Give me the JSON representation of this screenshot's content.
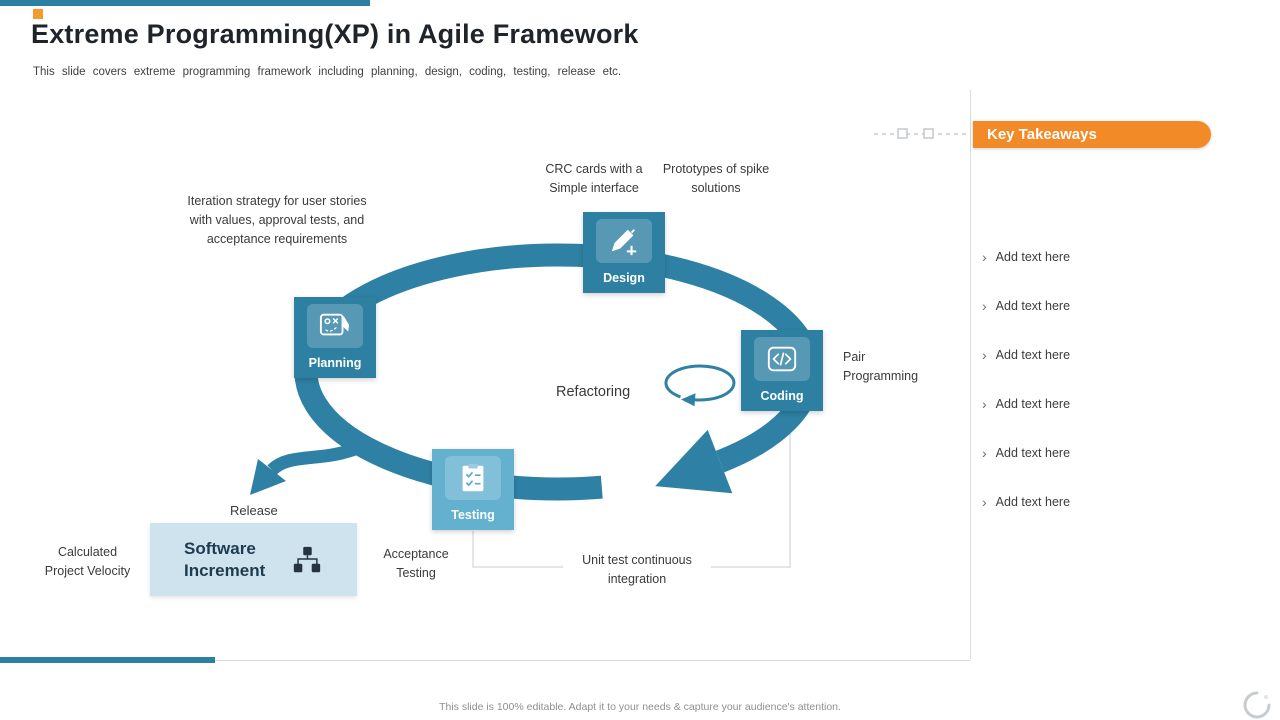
{
  "slide": {
    "title": "Extreme Programming(XP) in Agile Framework",
    "subtitle": "This slide covers extreme programming framework including planning, design, coding, testing, release etc.",
    "footer_note": "This slide is 100% editable. Adapt it to your needs & capture your audience's attention."
  },
  "diagram": {
    "nodes": [
      {
        "id": "planning",
        "label": "Planning"
      },
      {
        "id": "design",
        "label": "Design"
      },
      {
        "id": "coding",
        "label": "Coding"
      },
      {
        "id": "testing",
        "label": "Testing"
      }
    ],
    "labels": {
      "iteration_strategy": "Iteration strategy for user stories with values, approval tests, and acceptance requirements",
      "crc_cards": "CRC cards with a Simple interface",
      "prototypes": "Prototypes of spike solutions",
      "pair_programming": "Pair Programming",
      "refactoring": "Refactoring",
      "release": "Release",
      "acceptance_testing": "Acceptance Testing",
      "unit_test": "Unit test continuous integration",
      "project_velocity": "Calculated Project Velocity",
      "software_increment": "Software Increment"
    }
  },
  "key_takeaways": {
    "title": "Key Takeaways",
    "bullet": "›",
    "items": [
      "Add text here",
      "Add text here",
      "Add text here",
      "Add text here",
      "Add text here",
      "Add text here"
    ]
  },
  "colors": {
    "teal": "#2E80A2",
    "testing_blue": "#63B0CF",
    "orange": "#F28A28",
    "increment_bg": "#CFE3EF",
    "accent_square": "#F49B2B"
  }
}
